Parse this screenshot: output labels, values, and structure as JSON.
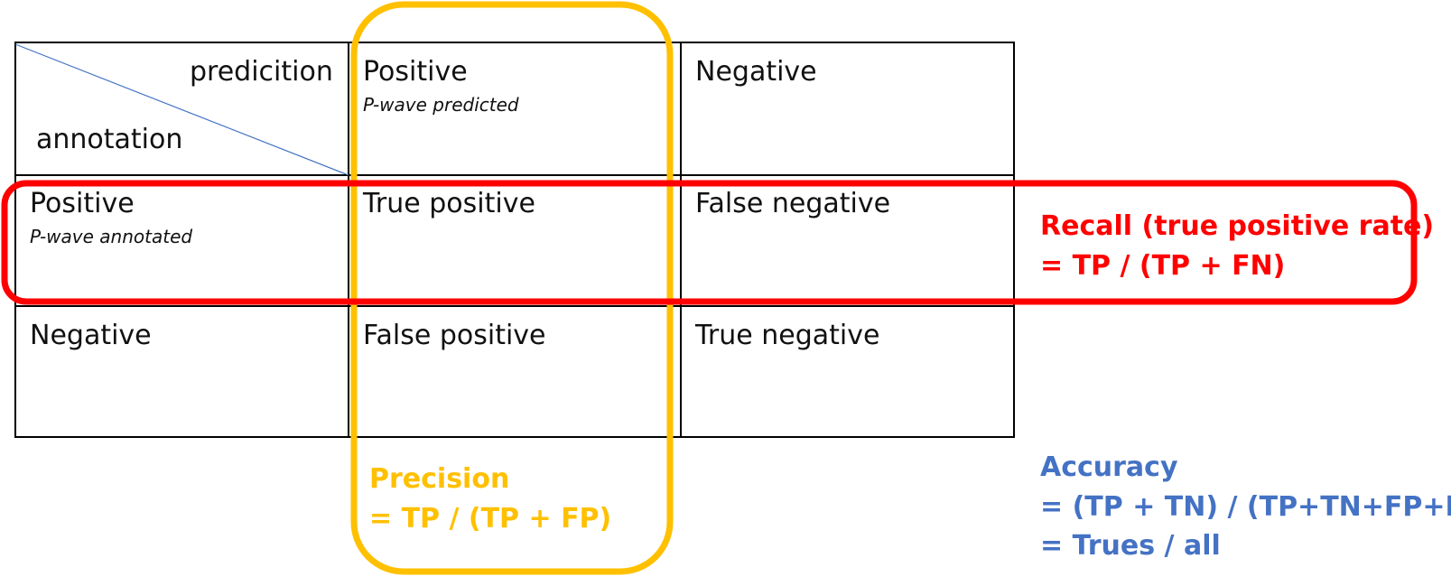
{
  "header": {
    "prediction_label": "predicition",
    "annotation_label": "annotation",
    "col_positive": "Positive",
    "col_positive_sub": "P-wave predicted",
    "col_negative": "Negative"
  },
  "rows": {
    "positive": "Positive",
    "positive_sub": "P-wave annotated",
    "negative": "Negative"
  },
  "cells": {
    "tp": "True positive",
    "fn": "False negative",
    "fp": "False positive",
    "tn": "True negative"
  },
  "recall": {
    "line1": "Recall (true positive rate)",
    "line2": "= TP / (TP + FN)",
    "color": "#ff0000"
  },
  "precision": {
    "line1": "Precision",
    "line2": "= TP / (TP + FP)",
    "color": "#ffc000"
  },
  "accuracy": {
    "line1": "Accuracy",
    "line2": "= (TP + TN) / (TP+TN+FP+FN)",
    "line3": "= Trues / all",
    "color": "#4472c4"
  }
}
